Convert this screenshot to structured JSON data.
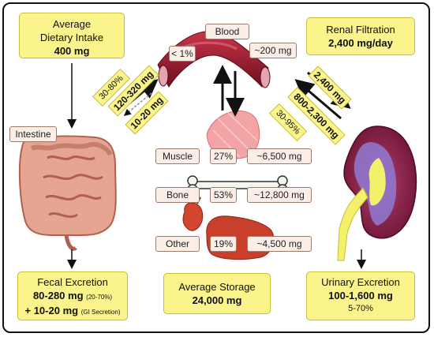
{
  "boxes": {
    "intake": {
      "title": "Average\nDietary Intake",
      "value": "400 mg"
    },
    "renal": {
      "title": "Renal Filtration",
      "value": "2,400 mg/day"
    },
    "fecal": {
      "title": "Fecal Excretion",
      "line1": "80-280 mg",
      "line1_note": "(20-70%)",
      "line2": "+ 10-20 mg",
      "line2_note": "(GI Secretion)"
    },
    "storage": {
      "title": "Average Storage",
      "value": "24,000 mg"
    },
    "urinary": {
      "title": "Urinary Excretion",
      "value": "100-1,600 mg",
      "note": "5-70%"
    }
  },
  "labels": {
    "blood": "Blood",
    "blood_pct": "< 1%",
    "blood_amount": "~200 mg",
    "intestine": "Intestine",
    "absorption_pct": "30-80%",
    "absorption_amount": "120-320 mg",
    "secretion_amount": "10-20 mg",
    "filtration_amount": "2,400 mg",
    "reabsorption_amount": "800-2,300 mg",
    "reabsorption_pct": "30-95%"
  },
  "storage_rows": [
    {
      "name": "Muscle",
      "pct": "27%",
      "amount": "~6,500 mg"
    },
    {
      "name": "Bone",
      "pct": "53%",
      "amount": "~12,800 mg"
    },
    {
      "name": "Other",
      "pct": "19%",
      "amount": "~4,500 mg"
    }
  ],
  "colors": {
    "box_fill": "#fbf38c",
    "tag_fill": "#fbeee7",
    "vessel": "#9b1b2c",
    "intestine": "#e6a592",
    "kidney": "#8a1d3f"
  }
}
